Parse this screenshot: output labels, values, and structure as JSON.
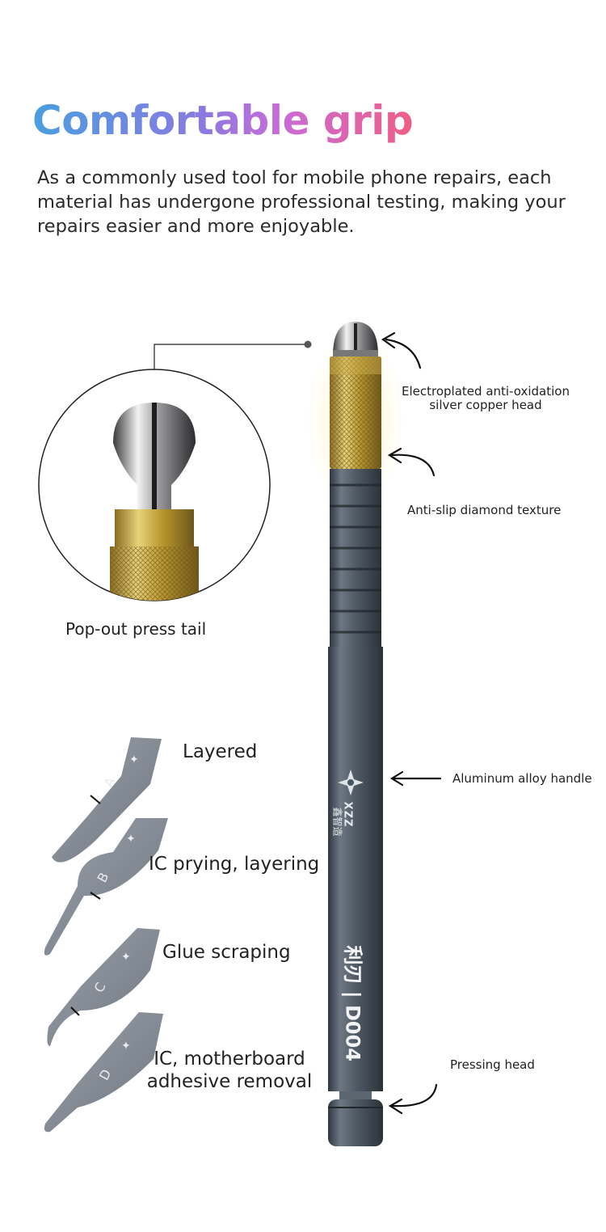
{
  "header": {
    "title": "Comfortable grip",
    "description": "As a commonly used tool for mobile phone repairs, each material has undergone professional testing, making your repairs easier and more enjoyable."
  },
  "callouts": {
    "head_line1": "Electroplated anti-oxidation",
    "head_line2": "silver copper head",
    "texture": "Anti-slip diamond texture",
    "handle": "Aluminum alloy handle",
    "pressing": "Pressing head",
    "tail": "Pop-out press tail"
  },
  "blades": [
    {
      "letter": "A",
      "label": "Layered"
    },
    {
      "letter": "B",
      "label": "IC prying, layering"
    },
    {
      "letter": "C",
      "label": "Glue scraping"
    },
    {
      "letter": "D",
      "label_line1": "IC, motherboard",
      "label_line2": "adhesive removal"
    }
  ],
  "product": {
    "model": "利刃 | D004",
    "brand": "XZZ",
    "brand_cn": "鑫智造"
  },
  "colors": {
    "gradient_start": "#4a9ee0",
    "gradient_end": "#ef5f86",
    "handle": "#4a5560",
    "brass": "#b89a3c",
    "blade": "#858c96"
  }
}
